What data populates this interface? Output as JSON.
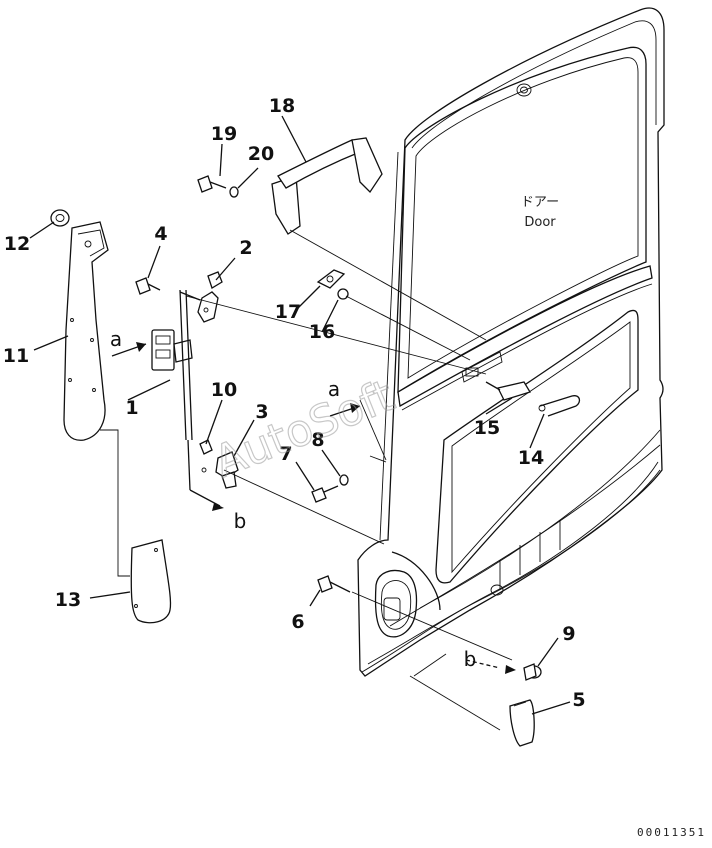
{
  "door_label": {
    "japanese": "ドアー",
    "english": "Door"
  },
  "watermark": "AutoSoft",
  "drawing_code": "00011351",
  "view_letters": {
    "a": "a",
    "b": "b"
  },
  "callouts": [
    "1",
    "2",
    "3",
    "4",
    "5",
    "6",
    "7",
    "8",
    "9",
    "10",
    "11",
    "12",
    "13",
    "14",
    "15",
    "16",
    "17",
    "18",
    "19",
    "20"
  ]
}
